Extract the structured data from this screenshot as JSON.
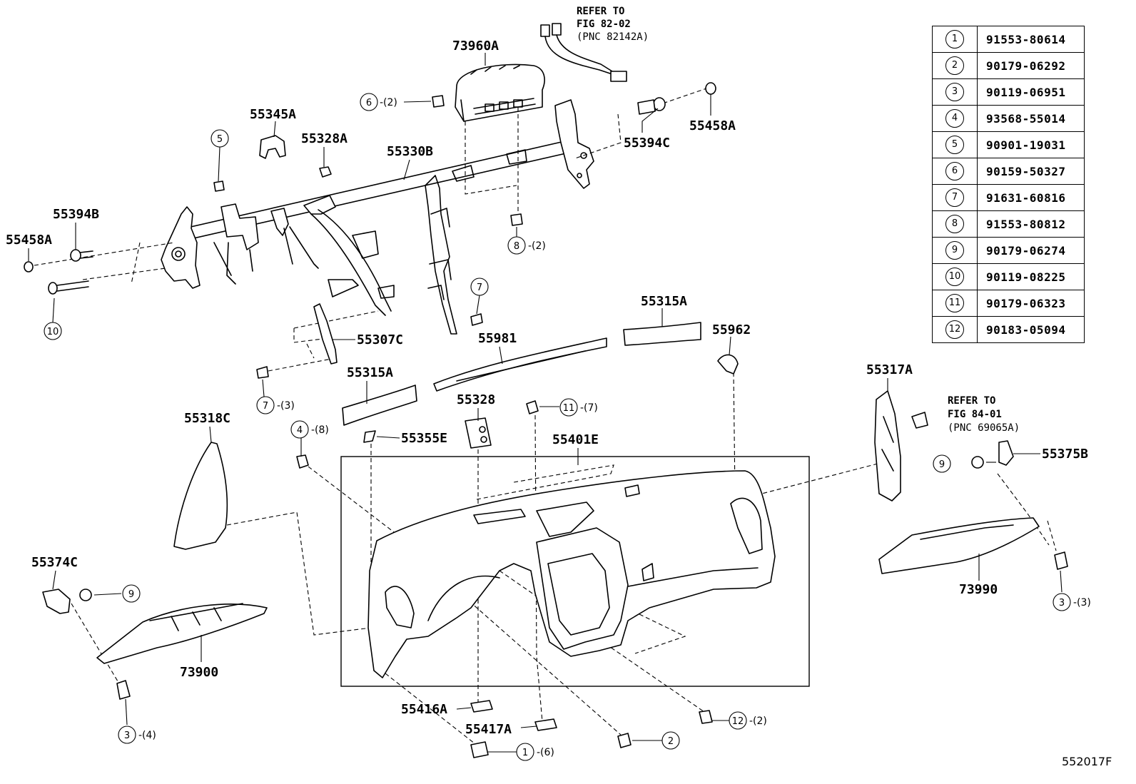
{
  "legend": [
    {
      "n": "1",
      "part": "91553-80614"
    },
    {
      "n": "2",
      "part": "90179-06292"
    },
    {
      "n": "3",
      "part": "90119-06951"
    },
    {
      "n": "4",
      "part": "93568-55014"
    },
    {
      "n": "5",
      "part": "90901-19031"
    },
    {
      "n": "6",
      "part": "90159-50327"
    },
    {
      "n": "7",
      "part": "91631-60816"
    },
    {
      "n": "8",
      "part": "91553-80812"
    },
    {
      "n": "9",
      "part": "90179-06274"
    },
    {
      "n": "10",
      "part": "90119-08225"
    },
    {
      "n": "11",
      "part": "90179-06323"
    },
    {
      "n": "12",
      "part": "90183-05094"
    }
  ],
  "refs": {
    "a": {
      "line1": "REFER TO",
      "line2": "FIG 82-02",
      "line3": "(PNC 82142A)"
    },
    "b": {
      "line1": "REFER TO",
      "line2": "FIG 84-01",
      "line3": "(PNC 69065A)"
    }
  },
  "labels": {
    "p73960A": "73960A",
    "p55345A": "55345A",
    "p55328A": "55328A",
    "p55330B": "55330B",
    "p55394C": "55394C",
    "p55458A_r": "55458A",
    "p55394B": "55394B",
    "p55458A_l": "55458A",
    "p55307C": "55307C",
    "p55315A_r": "55315A",
    "p55962": "55962",
    "p55981": "55981",
    "p55315A_l": "55315A",
    "p55328": "55328",
    "p55317A": "55317A",
    "p55318C": "55318C",
    "p55355E": "55355E",
    "p55401E": "55401E",
    "p55375B": "55375B",
    "p55374C": "55374C",
    "p73990": "73990",
    "p73900": "73900",
    "p55416A": "55416A",
    "p55417A": "55417A"
  },
  "callouts": {
    "c6": {
      "n": "6",
      "qty": "-(2)"
    },
    "c5": {
      "n": "5",
      "qty": ""
    },
    "c8": {
      "n": "8",
      "qty": "-(2)"
    },
    "c10": {
      "n": "10",
      "qty": ""
    },
    "c7a": {
      "n": "7",
      "qty": ""
    },
    "c7b": {
      "n": "7",
      "qty": "-(3)"
    },
    "c4": {
      "n": "4",
      "qty": "-(8)"
    },
    "c11": {
      "n": "11",
      "qty": "-(7)"
    },
    "c9a": {
      "n": "9",
      "qty": ""
    },
    "c9b": {
      "n": "9",
      "qty": ""
    },
    "c3a": {
      "n": "3",
      "qty": "-(3)"
    },
    "c3b": {
      "n": "3",
      "qty": "-(4)"
    },
    "c12": {
      "n": "12",
      "qty": "-(2)"
    },
    "c2": {
      "n": "2",
      "qty": ""
    },
    "c1": {
      "n": "1",
      "qty": "-(6)"
    }
  },
  "figure_id": "552017F"
}
